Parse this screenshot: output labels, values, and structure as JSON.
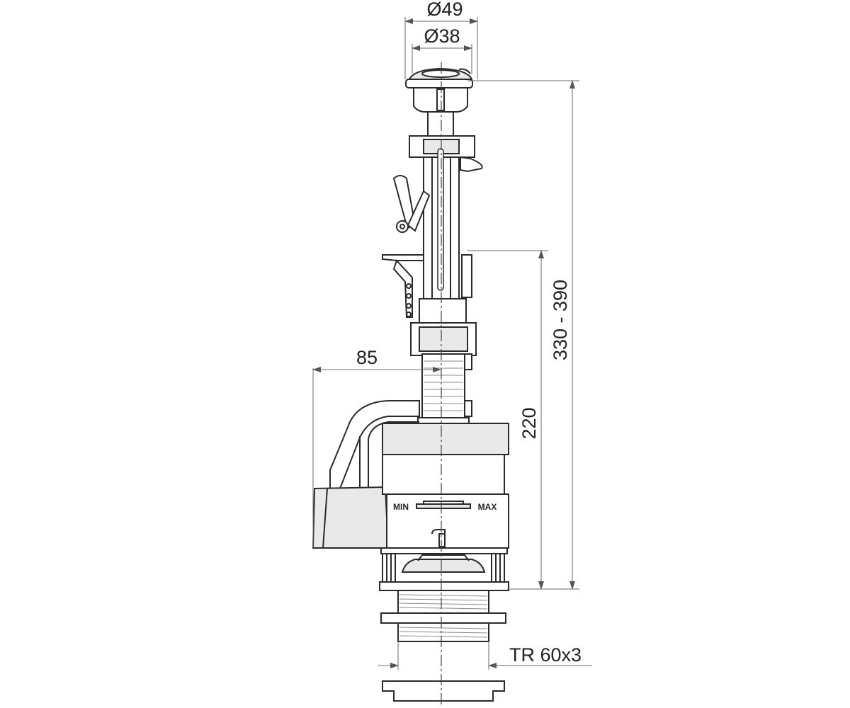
{
  "dimensions": {
    "outer_diameter": "Ø49",
    "inner_diameter": "Ø38",
    "total_height": "330 - 390",
    "float_height": "220",
    "overflow_offset": "85",
    "thread": "TR 60x3"
  },
  "scale_labels": {
    "min": "MIN",
    "max": "MAX"
  },
  "colors": {
    "line": "#2a2a2a",
    "fill": "#e9e9e9",
    "background": "#ffffff"
  }
}
